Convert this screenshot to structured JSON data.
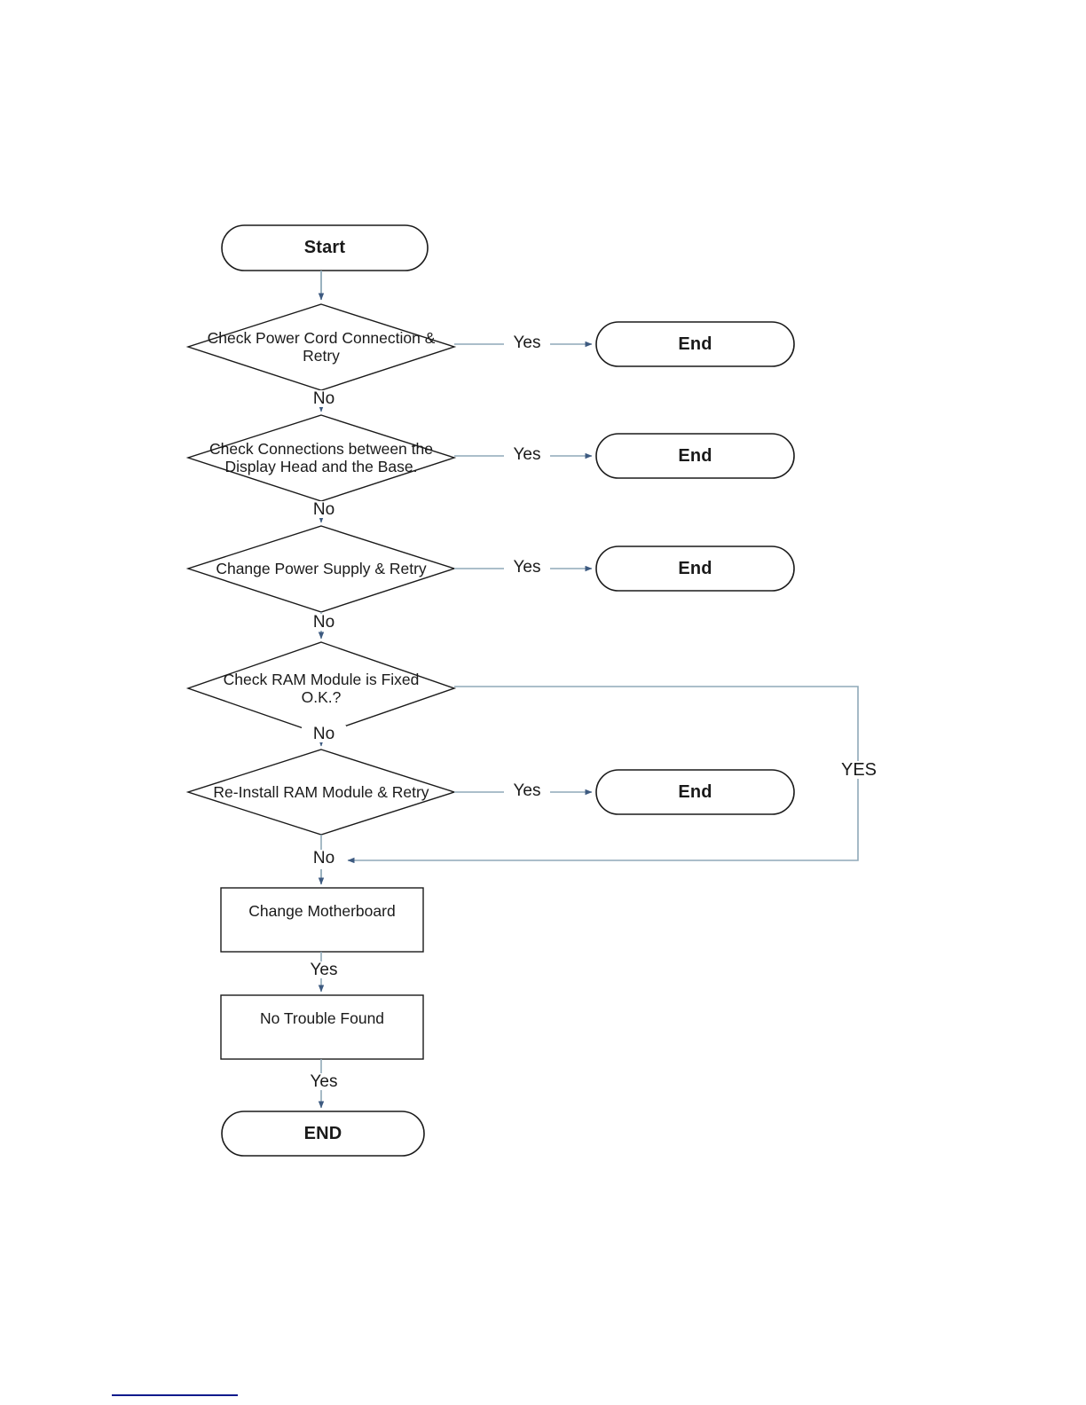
{
  "document": {
    "type": "troubleshooting-flowchart",
    "background_color": "#ffffff"
  },
  "colors": {
    "shape_stroke": "#1a1a1a",
    "connector": "#8fa9b8",
    "arrowhead": "#3d5a80",
    "text": "#1a1a1a",
    "footer_rule": "#0d1a8c"
  },
  "nodes": {
    "start": {
      "label": "Start",
      "shape": "terminator"
    },
    "decision_power_cord": {
      "label": "Check Power Cord Connection & Retry",
      "shape": "decision"
    },
    "decision_display_base": {
      "label": "Check Connections between the Display Head and the Base.",
      "shape": "decision"
    },
    "decision_power_supply": {
      "label": "Change Power Supply & Retry",
      "shape": "decision"
    },
    "decision_ram_fixed": {
      "label": "Check RAM Module is Fixed O.K.?",
      "shape": "decision"
    },
    "decision_reinstall_ram": {
      "label": "Re-Install RAM Module & Retry",
      "shape": "decision"
    },
    "process_change_motherboard": {
      "label": "Change Motherboard",
      "shape": "process"
    },
    "process_no_trouble_found": {
      "label": "No Trouble Found",
      "shape": "process"
    },
    "end_power_cord": {
      "label": "End",
      "shape": "terminator"
    },
    "end_display_base": {
      "label": "End",
      "shape": "terminator"
    },
    "end_power_supply": {
      "label": "End",
      "shape": "terminator"
    },
    "end_reinstall_ram": {
      "label": "End",
      "shape": "terminator"
    },
    "end_final": {
      "label": "END",
      "shape": "terminator"
    }
  },
  "edge_labels": {
    "yes_power_cord": "Yes",
    "no_power_cord": "No",
    "yes_display_base": "Yes",
    "no_display_base": "No",
    "yes_power_supply": "Yes",
    "no_power_supply": "No",
    "yes_ram_fixed_loop": "YES",
    "no_ram_fixed": "No",
    "yes_reinstall_ram": "Yes",
    "no_reinstall_ram": "No",
    "yes_motherboard": "Yes",
    "yes_no_trouble": "Yes"
  },
  "chart_data": {
    "type": "diagram",
    "title": "",
    "flow": [
      {
        "from": "start",
        "to": "decision_power_cord",
        "label": ""
      },
      {
        "from": "decision_power_cord",
        "to": "end_power_cord",
        "label": "Yes"
      },
      {
        "from": "decision_power_cord",
        "to": "decision_display_base",
        "label": "No"
      },
      {
        "from": "decision_display_base",
        "to": "end_display_base",
        "label": "Yes"
      },
      {
        "from": "decision_display_base",
        "to": "decision_power_supply",
        "label": "No"
      },
      {
        "from": "decision_power_supply",
        "to": "end_power_supply",
        "label": "Yes"
      },
      {
        "from": "decision_power_supply",
        "to": "decision_ram_fixed",
        "label": "No"
      },
      {
        "from": "decision_ram_fixed",
        "to": "process_change_motherboard",
        "label": "YES"
      },
      {
        "from": "decision_ram_fixed",
        "to": "decision_reinstall_ram",
        "label": "No"
      },
      {
        "from": "decision_reinstall_ram",
        "to": "end_reinstall_ram",
        "label": "Yes"
      },
      {
        "from": "decision_reinstall_ram",
        "to": "process_change_motherboard",
        "label": "No"
      },
      {
        "from": "process_change_motherboard",
        "to": "process_no_trouble_found",
        "label": "Yes"
      },
      {
        "from": "process_no_trouble_found",
        "to": "end_final",
        "label": "Yes"
      }
    ]
  }
}
